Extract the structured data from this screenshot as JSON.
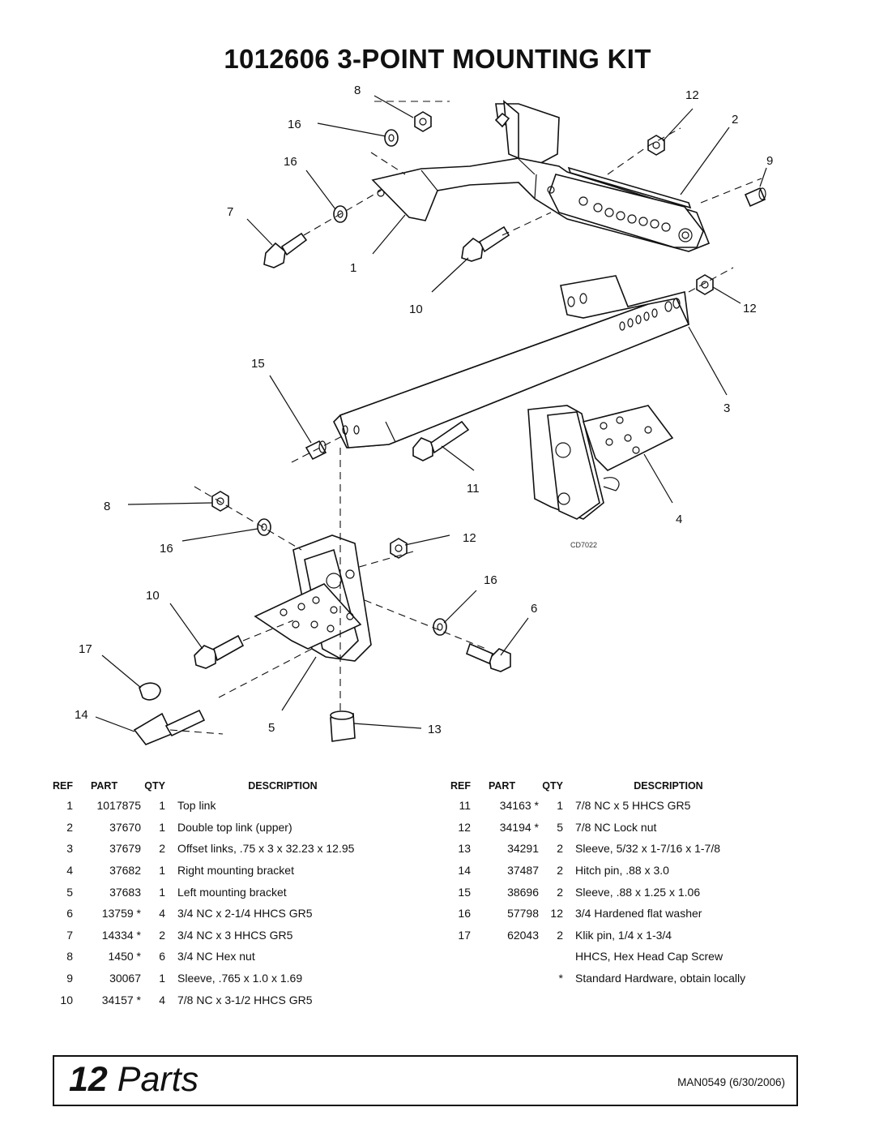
{
  "title": "1012606 3-POINT MOUNTING KIT",
  "diagram": {
    "code": "CD7022",
    "callouts": [
      "8",
      "16",
      "16",
      "7",
      "1",
      "10",
      "15",
      "12",
      "2",
      "9",
      "12",
      "3",
      "8",
      "16",
      "10",
      "17",
      "14",
      "11",
      "12",
      "4",
      "16",
      "6",
      "5",
      "13"
    ]
  },
  "table": {
    "headers": {
      "ref": "REF",
      "part": "PART",
      "qty": "QTY",
      "description": "DESCRIPTION"
    },
    "left": [
      {
        "ref": "1",
        "part": "1017875",
        "qty": "1",
        "description": "Top link"
      },
      {
        "ref": "2",
        "part": "37670",
        "qty": "1",
        "description": "Double top link (upper)"
      },
      {
        "ref": "3",
        "part": "37679",
        "qty": "2",
        "description": "Offset links, .75 x 3 x 32.23 x 12.95"
      },
      {
        "ref": "4",
        "part": "37682",
        "qty": "1",
        "description": "Right mounting bracket"
      },
      {
        "ref": "5",
        "part": "37683",
        "qty": "1",
        "description": "Left mounting bracket"
      },
      {
        "ref": "6",
        "part": "13759 *",
        "qty": "4",
        "description": "3/4 NC x 2-1/4 HHCS GR5"
      },
      {
        "ref": "7",
        "part": "14334 *",
        "qty": "2",
        "description": "3/4 NC x 3 HHCS GR5"
      },
      {
        "ref": "8",
        "part": "1450 *",
        "qty": "6",
        "description": "3/4 NC Hex nut"
      },
      {
        "ref": "9",
        "part": "30067",
        "qty": "1",
        "description": "Sleeve, .765 x 1.0 x 1.69"
      },
      {
        "ref": "10",
        "part": "34157 *",
        "qty": "4",
        "description": "7/8 NC x 3-1/2 HHCS GR5"
      }
    ],
    "right": [
      {
        "ref": "11",
        "part": "34163 *",
        "qty": "1",
        "description": "7/8 NC x 5 HHCS GR5"
      },
      {
        "ref": "12",
        "part": "34194 *",
        "qty": "5",
        "description": "7/8 NC Lock nut"
      },
      {
        "ref": "13",
        "part": "34291",
        "qty": "2",
        "description": "Sleeve, 5/32 x 1-7/16 x 1-7/8"
      },
      {
        "ref": "14",
        "part": "37487",
        "qty": "2",
        "description": "Hitch pin, .88 x 3.0"
      },
      {
        "ref": "15",
        "part": "38696",
        "qty": "2",
        "description": "Sleeve, .88 x 1.25 x 1.06"
      },
      {
        "ref": "16",
        "part": "57798",
        "qty": "12",
        "description": "3/4 Hardened flat washer"
      },
      {
        "ref": "17",
        "part": "62043",
        "qty": "2",
        "description": "Klik pin, 1/4 x 1-3/4"
      }
    ],
    "notes": [
      {
        "symbol": "",
        "text": "HHCS, Hex Head Cap Screw"
      },
      {
        "symbol": "*",
        "text": "Standard Hardware, obtain locally"
      }
    ]
  },
  "footer": {
    "page_number": "12",
    "section": "Parts",
    "doc_id": "MAN0549 (6/30/2006)"
  }
}
